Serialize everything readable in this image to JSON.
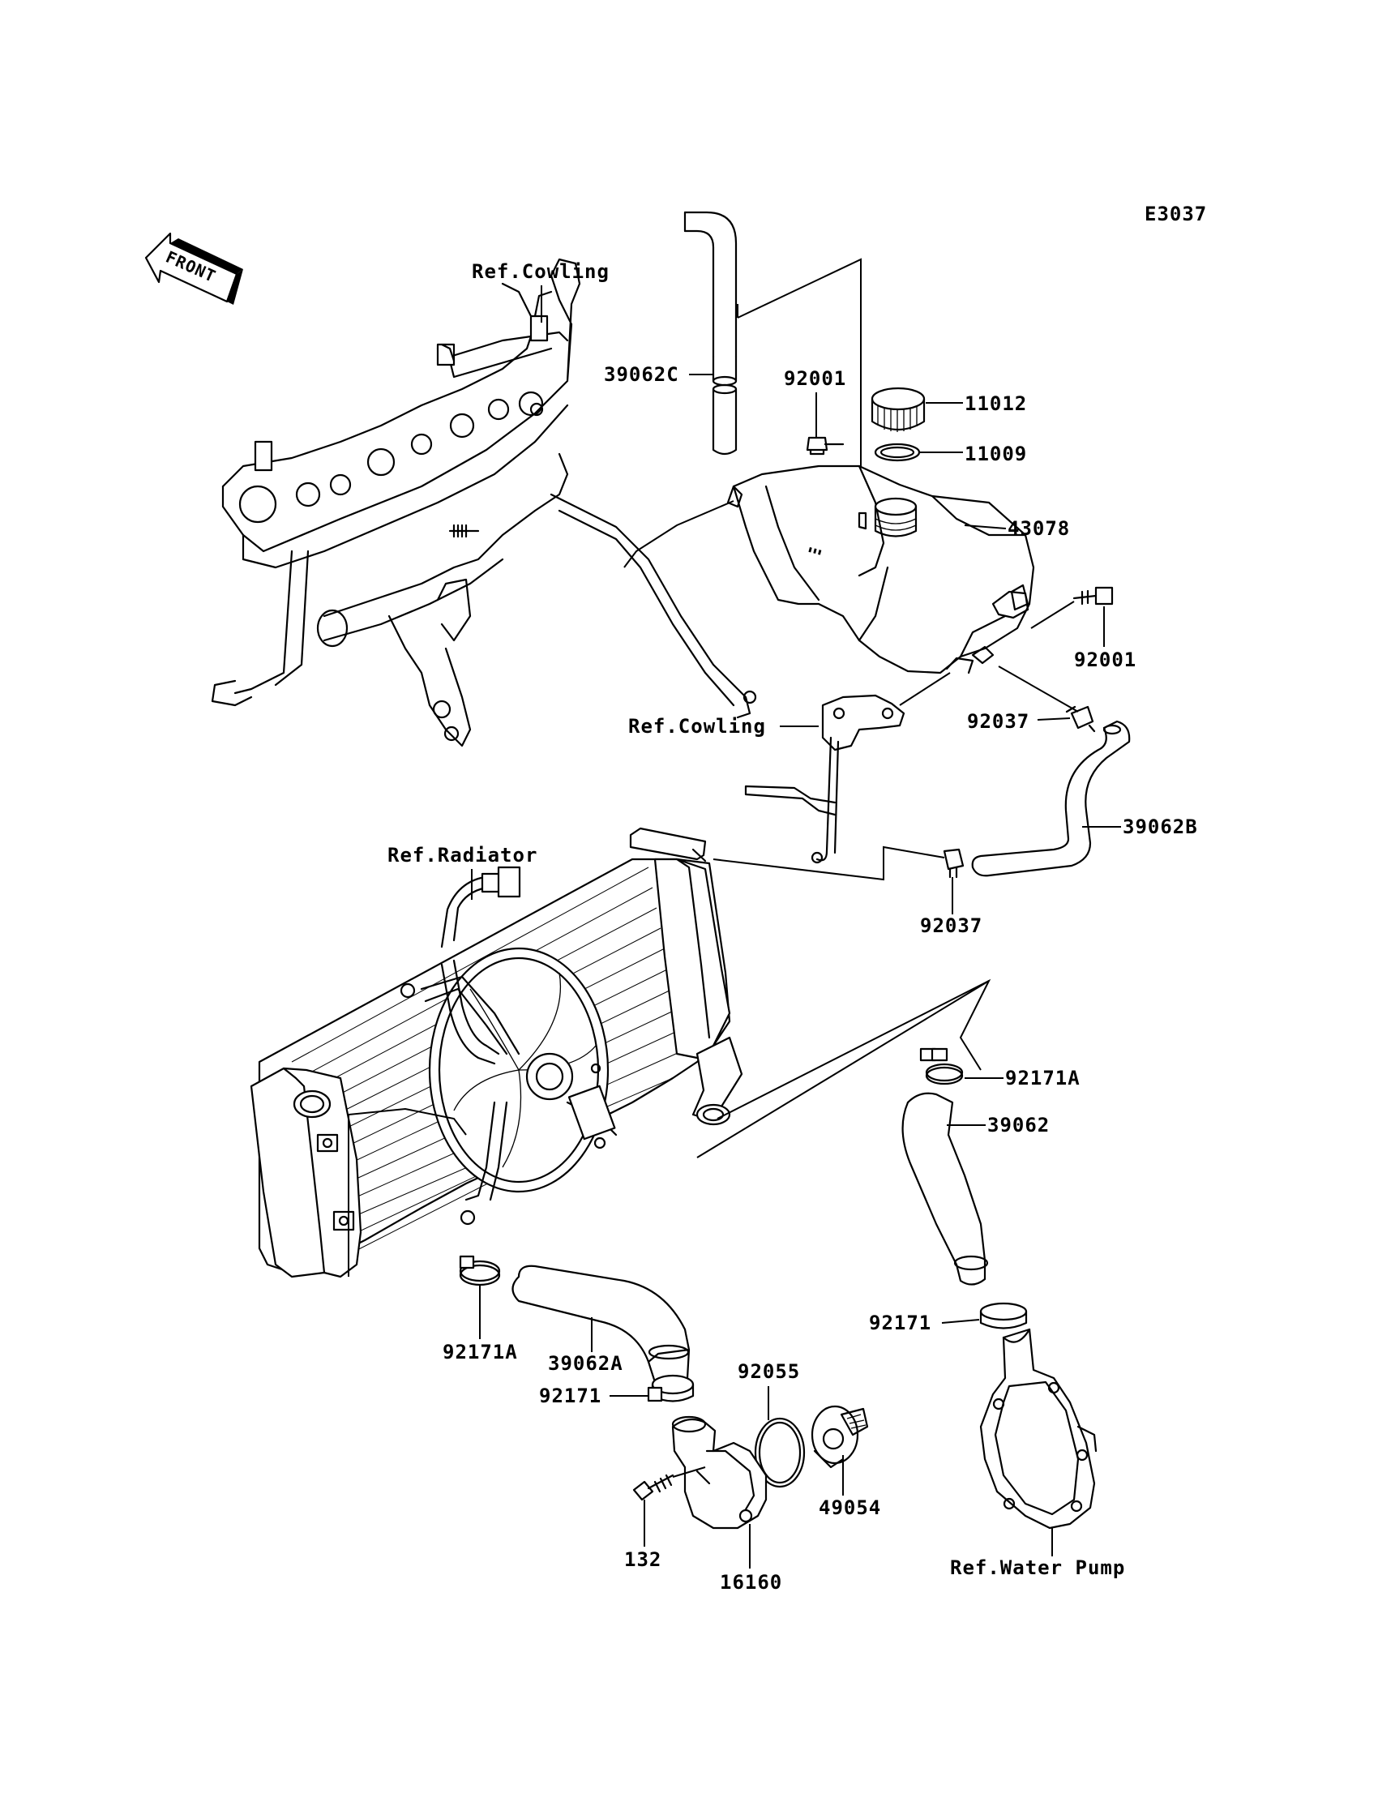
{
  "diagram_code": "E3037",
  "front_marker": "FRONT",
  "references": {
    "cowling_top": "Ref.Cowling",
    "cowling_mid": "Ref.Cowling",
    "radiator": "Ref.Radiator",
    "water_pump": "Ref.Water Pump"
  },
  "parts": {
    "hose_39062C": "39062C",
    "bolt_92001_top": "92001",
    "cap_11012": "11012",
    "gasket_11009": "11009",
    "tank_43078": "43078",
    "bolt_92001_right": "92001",
    "clamp_92037_upper": "92037",
    "hose_39062B": "39062B",
    "clamp_92037_lower": "92037",
    "clamp_92171A_right": "92171A",
    "hose_39062": "39062",
    "clamp_92171_right": "92171",
    "clamp_92171A_left": "92171A",
    "hose_39062A": "39062A",
    "oring_92055": "92055",
    "clamp_92171_left": "92171",
    "thermostat_49054": "49054",
    "bolt_132": "132",
    "cover_16160": "16160"
  }
}
